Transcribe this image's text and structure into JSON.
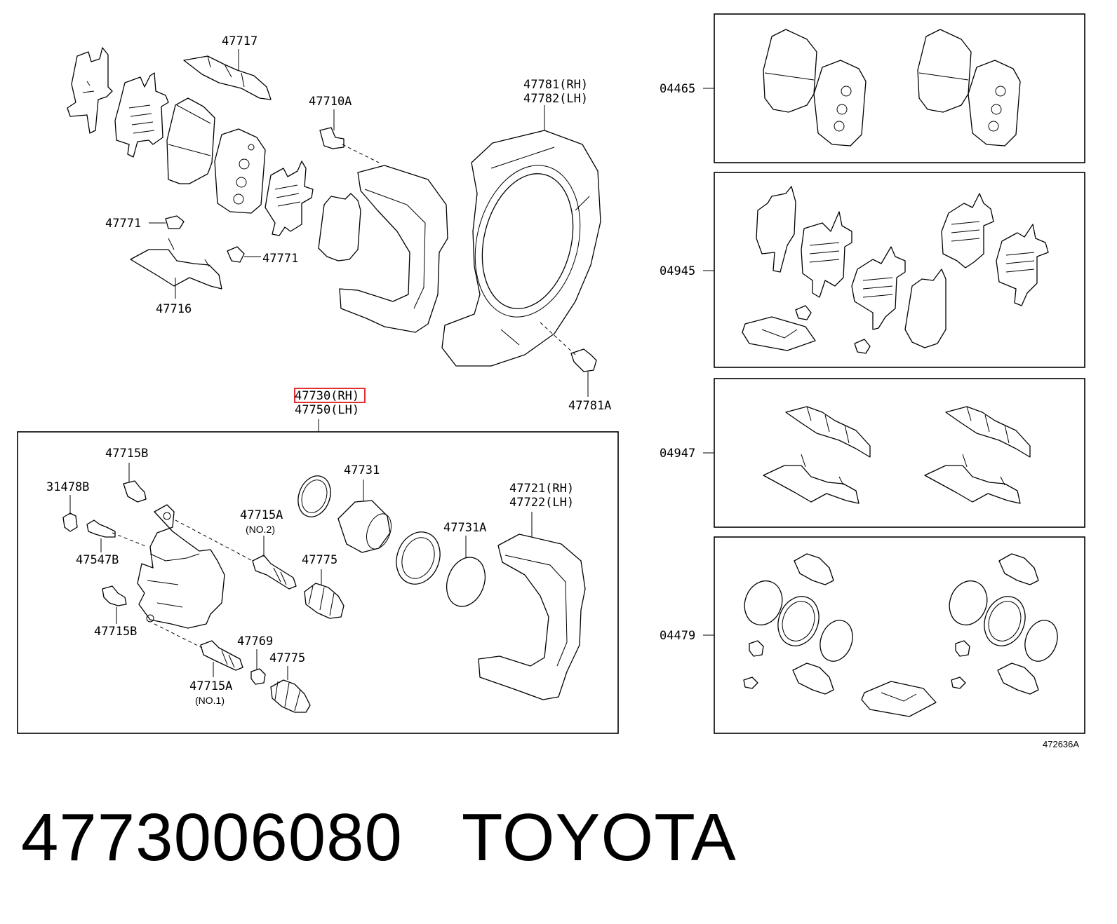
{
  "callouts": {
    "c47717": "47717",
    "c47710a": "47710A",
    "c47781": "47781(RH)",
    "c47782": "47782(LH)",
    "c47771a": "47771",
    "c47771b": "47771",
    "c47716": "47716",
    "c47730": "47730(RH)",
    "c47750": "47750(LH)",
    "c47781a": "47781A",
    "c47715b_top": "47715B",
    "c31478b": "31478B",
    "c47731": "47731",
    "c47721": "47721(RH)",
    "c47722": "47722(LH)",
    "c47715a_top": "47715A",
    "c47715a_top_sub": "(NO.2)",
    "c47547b": "47547B",
    "c47775a": "47775",
    "c47731a": "47731A",
    "c47715b_bot": "47715B",
    "c47769": "47769",
    "c47775b": "47775",
    "c47715a_bot": "47715A",
    "c47715a_bot_sub": "(NO.1)",
    "k04465": "04465",
    "k04945": "04945",
    "k04947": "04947",
    "k04479": "04479",
    "ref_code": "472636A"
  },
  "highlight_part": "47730(RH)",
  "highlight_color": "#e03030",
  "footer": {
    "part_number": "4773006080",
    "brand": "TOYOTA"
  }
}
